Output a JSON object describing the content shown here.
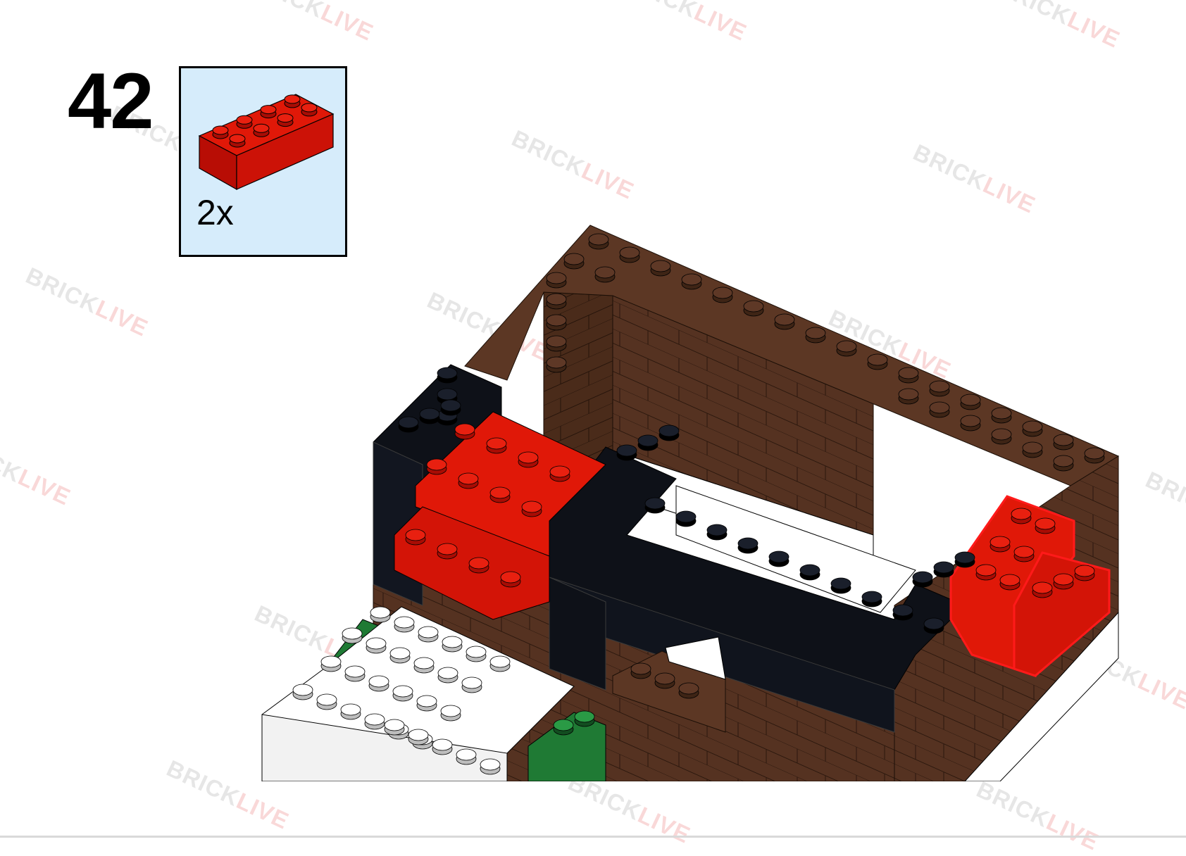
{
  "step": {
    "number": "42"
  },
  "parts": [
    {
      "name": "brick 2x4",
      "color": "#dd1a0a",
      "quantity": "2x",
      "icon": "red-brick-2x4-icon"
    }
  ],
  "watermark": {
    "part_a": "BRICK",
    "part_b": "LIVE"
  },
  "colors": {
    "callout_bg": "#d6ecfb",
    "brown": "#5a3420",
    "black": "#0e1118",
    "red": "#dd1a0a",
    "white": "#ffffff",
    "green": "#1f7a34"
  }
}
